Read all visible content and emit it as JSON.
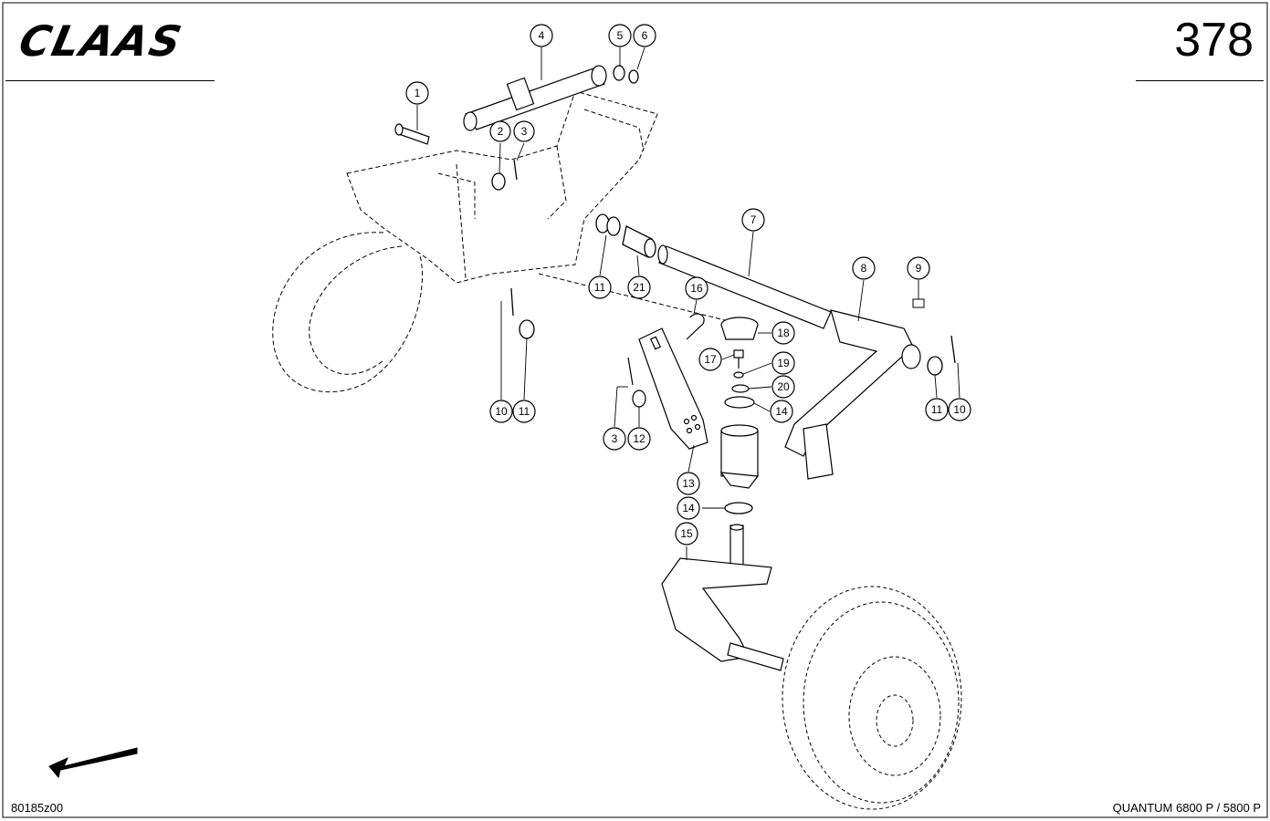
{
  "header": {
    "brand": "CLAAS",
    "page_number": "378"
  },
  "footer": {
    "drawing_code": "80185z00",
    "model": "QUANTUM 6800 P / 5800 P"
  },
  "callouts": [
    {
      "id": "c1",
      "num": "1"
    },
    {
      "id": "c2",
      "num": "2"
    },
    {
      "id": "c3a",
      "num": "3"
    },
    {
      "id": "c4",
      "num": "4"
    },
    {
      "id": "c5",
      "num": "5"
    },
    {
      "id": "c6",
      "num": "6"
    },
    {
      "id": "c7",
      "num": "7"
    },
    {
      "id": "c8",
      "num": "8"
    },
    {
      "id": "c9",
      "num": "9"
    },
    {
      "id": "c11a",
      "num": "11"
    },
    {
      "id": "c21",
      "num": "21"
    },
    {
      "id": "c16",
      "num": "16"
    },
    {
      "id": "c18",
      "num": "18"
    },
    {
      "id": "c17",
      "num": "17"
    },
    {
      "id": "c19",
      "num": "19"
    },
    {
      "id": "c20",
      "num": "20"
    },
    {
      "id": "c14a",
      "num": "14"
    },
    {
      "id": "c10a",
      "num": "10"
    },
    {
      "id": "c11b",
      "num": "11"
    },
    {
      "id": "c11c",
      "num": "11"
    },
    {
      "id": "c10b",
      "num": "10"
    },
    {
      "id": "c3b",
      "num": "3"
    },
    {
      "id": "c12",
      "num": "12"
    },
    {
      "id": "c13",
      "num": "13"
    },
    {
      "id": "c14b",
      "num": "14"
    },
    {
      "id": "c15",
      "num": "15"
    }
  ],
  "direction_arrow": "arrow-left-down-icon"
}
